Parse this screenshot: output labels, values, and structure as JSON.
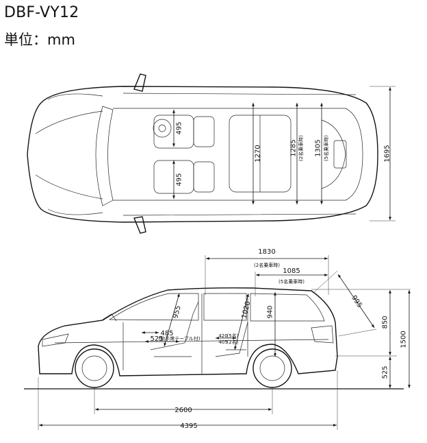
{
  "header": {
    "model": "DBF-VY12",
    "unit": "単位：mm"
  },
  "top_view": {
    "overall_width": "1695",
    "front_seat_width": "495",
    "rear_seat_width": "495",
    "cabin_width": "1270",
    "width_2p": "1285",
    "width_2p_note": "(2名乗車時)",
    "width_5p": "1305",
    "width_5p_note": "(5名乗車時)"
  },
  "side_view": {
    "length_2p": "1830",
    "length_2p_note": "(2名乗車時)",
    "length_5p": "1085",
    "length_5p_note": "(5名乗車時)",
    "gate_opening": "995",
    "front_headroom": "955",
    "rear_headroom": "1020",
    "interior_height": "940",
    "gate_height": "850",
    "overall_height": "1500",
    "ground_clearance": "525",
    "seat_depth": "485",
    "seat_depth_2": "525",
    "seat_depth_2_note": "(助手席テーブル付)",
    "rear_seat_a": "420",
    "rear_seat_a_note": "(5名)",
    "rear_seat_b": "405",
    "rear_seat_b_note": "(2名)",
    "wheelbase": "2600",
    "overall_length": "4395"
  }
}
